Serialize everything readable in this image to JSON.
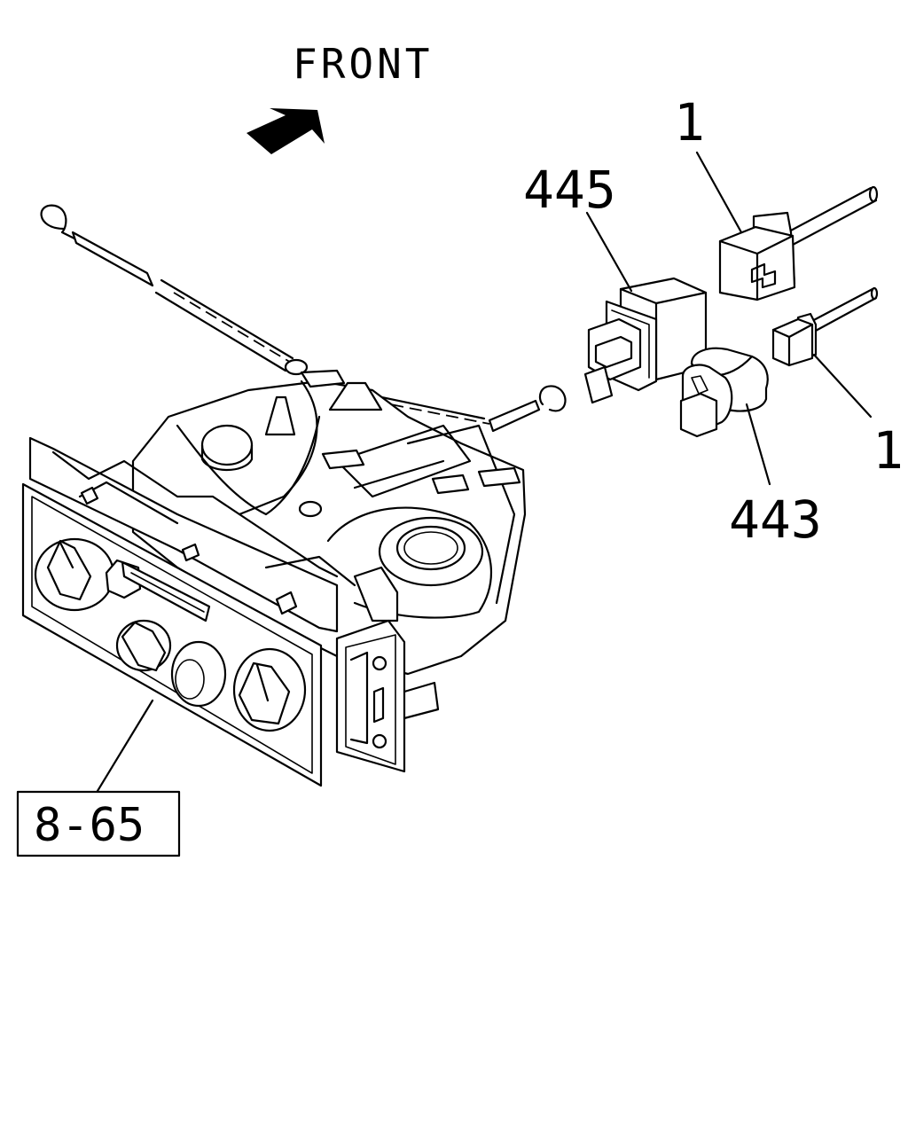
{
  "orientation": {
    "label": "FRONT",
    "arrow_icon": "arrow-up-right-icon"
  },
  "callouts": {
    "part_445": "445",
    "part_1_upper": "1",
    "part_1_lower": "1",
    "part_443": "443"
  },
  "reference": {
    "label": "8-65"
  }
}
